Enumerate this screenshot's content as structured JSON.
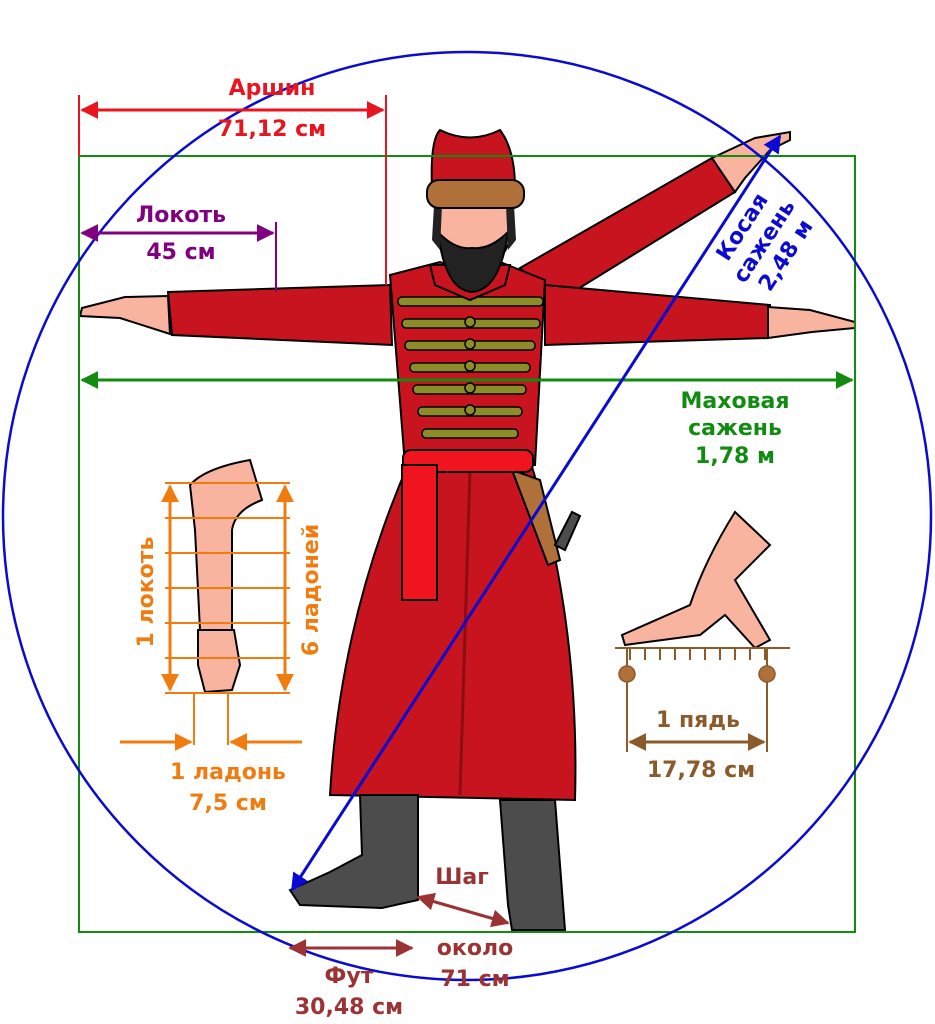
{
  "labels": {
    "arshin_name": "Аршин",
    "arshin_value": "71,12 см",
    "lokot_name": "Локоть",
    "lokot_value": "45 см",
    "kosaya_line1": "Косая",
    "kosaya_line2": "сажень",
    "kosaya_value": "2,48 м",
    "makhovaya_line1": "Маховая",
    "makhovaya_line2": "сажень",
    "makhovaya_value": "1,78 м",
    "arm_lokot": "1 локоть",
    "arm_ladoney": "6 ладоней",
    "ladon_name": "1 ладонь",
    "ladon_value": "7,5 см",
    "pyad_name": "1 пядь",
    "pyad_value": "17,78 см",
    "shag_name": "Шаг",
    "shag_value_line1": "около",
    "shag_value_line2": "71 см",
    "fut_name": "Фут",
    "fut_value": "30,48 см"
  },
  "colors": {
    "arshin": "#e8141e",
    "lokot": "#800080",
    "kosaya": "#0a0ad2",
    "makhovaya": "#118c11",
    "palm": "#f07c10",
    "pyad": "#8b5a2b",
    "shag": "#9b3335",
    "coat": "#c8141e",
    "coat_dark": "#8c0d12",
    "braid": "#8c8c28",
    "skin": "#f9b4a0",
    "fur": "#b0703a",
    "boot": "#4c4c4c"
  }
}
